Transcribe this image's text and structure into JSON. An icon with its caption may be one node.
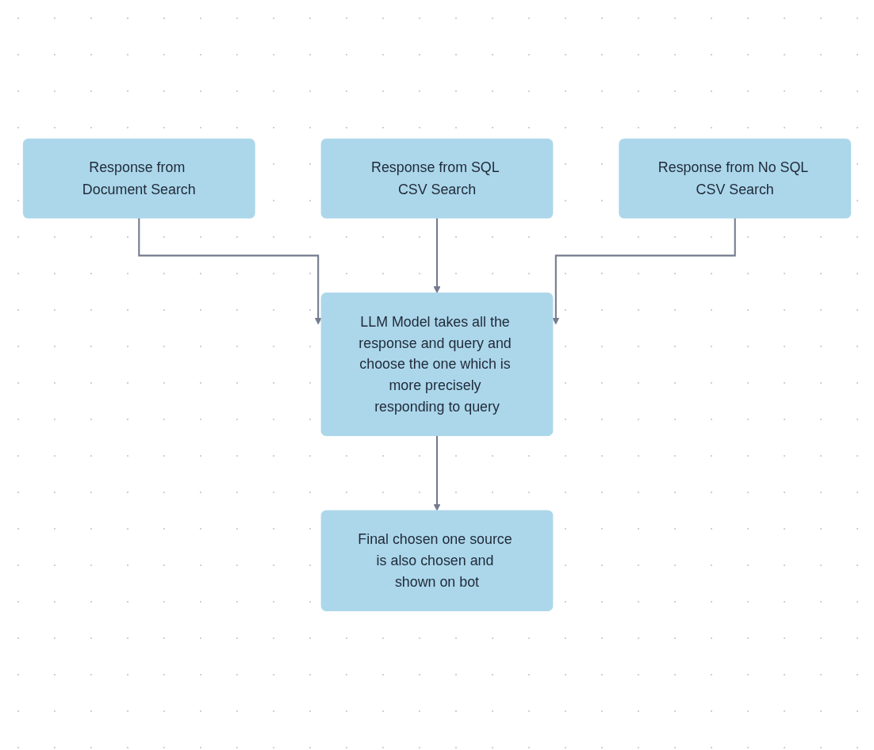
{
  "diagram": {
    "nodes": [
      {
        "text": [
          "Response from Document Search"
        ]
      },
      {
        "text": [
          "Response from SQL CSV Search"
        ]
      },
      {
        "text": [
          "Response from No SQL CSV Search"
        ]
      },
      {
        "text": [
          "LLM Model takes all the response and query and choose the one which is more precisely responding to query"
        ]
      },
      {
        "text": [
          "Final chosen one source is also chosen and shown on bot"
        ]
      }
    ],
    "edges": [
      {
        "from": 0,
        "to": 3,
        "arrow": "to"
      },
      {
        "from": 1,
        "to": 3,
        "arrow": "to"
      },
      {
        "from": 2,
        "to": 3,
        "arrow": "to"
      },
      {
        "from": 3,
        "to": 4,
        "arrow": "to"
      }
    ]
  }
}
